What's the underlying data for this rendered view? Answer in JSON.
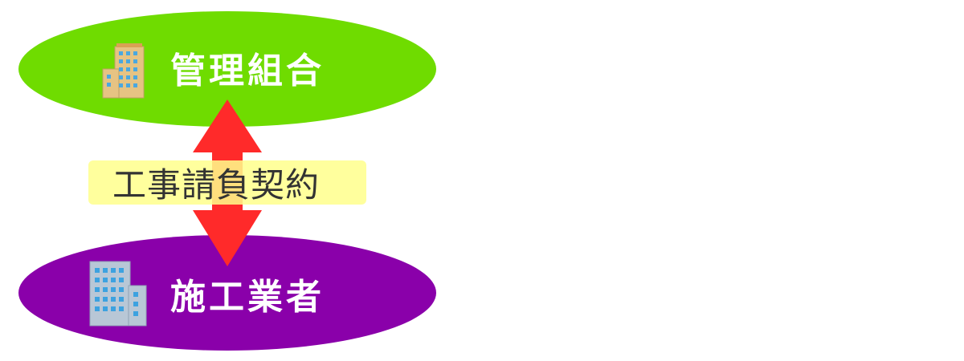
{
  "nodes": {
    "top": {
      "label": "管理組合",
      "color": "#6fdc00",
      "icon": "building-icon"
    },
    "bottom": {
      "label": "施工業者",
      "color": "#8a00aa",
      "icon": "office-building-icon"
    }
  },
  "relation": {
    "label": "工事請負契約",
    "label_bg": "#ffff8c",
    "arrow_color": "#ff2a2a",
    "arrow_type": "double-headed-vertical"
  }
}
